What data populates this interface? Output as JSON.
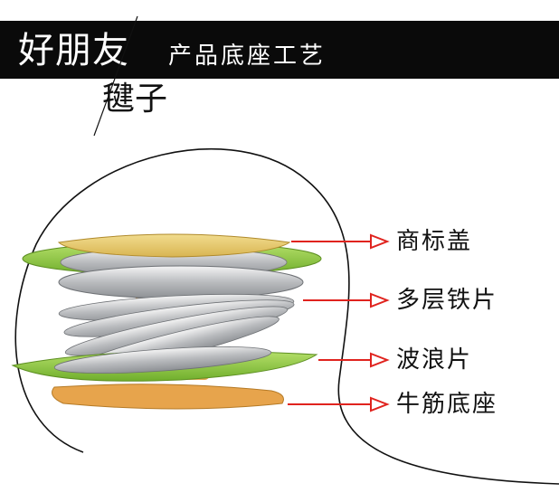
{
  "header": {
    "brand_line1": "好朋友",
    "brand_line2": "毽子",
    "section_title": "产品底座工艺"
  },
  "labels": [
    "商标盖",
    "多层铁片",
    "波浪片",
    "牛筋底座"
  ],
  "colors": {
    "header_band": "#0a0a0a",
    "arrow_red": "#e0231e",
    "green_disc": "#8cc83c",
    "rubber_base": "#e8a54a",
    "metal": "#c9cacc"
  }
}
